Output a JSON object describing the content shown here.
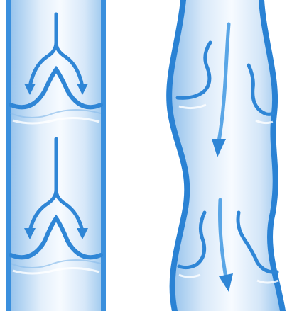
{
  "illustration": {
    "panels": [
      {
        "id": "normal-vein",
        "icon": "vein-with-closed-valves"
      },
      {
        "id": "varicose-vein",
        "icon": "vein-with-incompetent-valves"
      }
    ],
    "colors": {
      "wall": "#3a8fdd",
      "wall_dark": "#1f6fc8",
      "lumen_light": "#f4f9ff",
      "lumen_mid": "#cfe3f8",
      "lumen_edge": "#8fbfeb",
      "valve": "#2f86d6",
      "arrow": "#2f86d6",
      "arrow_light": "#5aa6e6"
    }
  }
}
